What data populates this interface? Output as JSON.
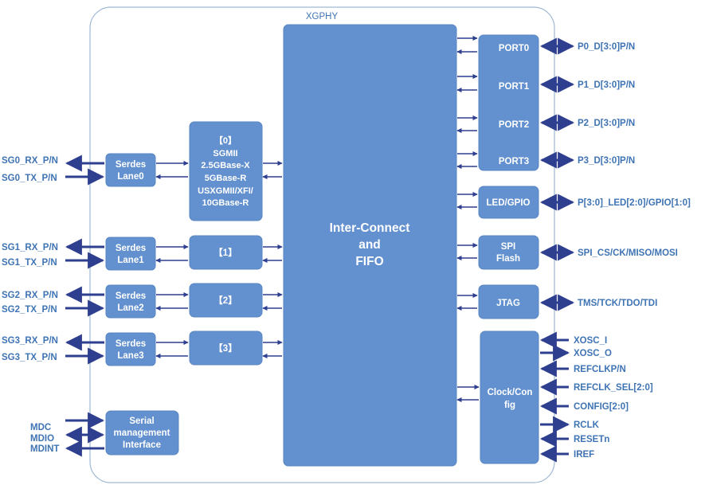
{
  "title": "XGPHY",
  "core": {
    "lines": [
      "Inter-Connect",
      "and",
      "FIFO"
    ]
  },
  "serdes": [
    {
      "lines": [
        "Serdes",
        "Lane0"
      ],
      "rx": "SG0_RX_P/N",
      "tx": "SG0_TX_P/N"
    },
    {
      "lines": [
        "Serdes",
        "Lane1"
      ],
      "rx": "SG1_RX_P/N",
      "tx": "SG1_TX_P/N"
    },
    {
      "lines": [
        "Serdes",
        "Lane2"
      ],
      "rx": "SG2_RX_P/N",
      "tx": "SG2_TX_P/N"
    },
    {
      "lines": [
        "Serdes",
        "Lane3"
      ],
      "rx": "SG3_RX_P/N",
      "tx": "SG3_TX_P/N"
    }
  ],
  "pcs": [
    {
      "lines": [
        "【0】",
        "SGMII",
        "2.5GBase-X",
        "5GBase-R",
        "USXGMII/XFI/",
        "10GBase-R"
      ]
    },
    {
      "lines": [
        "【1】"
      ]
    },
    {
      "lines": [
        "【2】"
      ]
    },
    {
      "lines": [
        "【3】"
      ]
    }
  ],
  "serial_mgmt": {
    "lines": [
      "Serial",
      "management",
      "Interface"
    ],
    "signals": [
      "MDC",
      "MDIO",
      "MDINT"
    ]
  },
  "ports": [
    {
      "label": "PORT0",
      "signal": "P0_D[3:0]P/N"
    },
    {
      "label": "PORT1",
      "signal": "P1_D[3:0]P/N"
    },
    {
      "label": "PORT2",
      "signal": "P2_D[3:0]P/N"
    },
    {
      "label": "PORT3",
      "signal": "P3_D[3:0]P/N"
    }
  ],
  "led": {
    "label": "LED/GPIO",
    "signal": "P[3:0]_LED[2:0]/GPIO[1:0]"
  },
  "spi": {
    "lines": [
      "SPI",
      "Flash"
    ],
    "signal": "SPI_CS/CK/MISO/MOSI"
  },
  "jtag": {
    "label": "JTAG",
    "signal": "TMS/TCK/TDO/TDI"
  },
  "clock": {
    "lines": [
      "Clock/Con",
      "fig"
    ],
    "signals": [
      "XOSC_I",
      "XOSC_O",
      "REFCLKP/N",
      "REFCLK_SEL[2:0]",
      "CONFIG[2:0]",
      "RCLK",
      "RESETn",
      "IREF"
    ]
  },
  "colors": {
    "block": "#6391cf",
    "block_stroke": "#5a86c0",
    "arrow": "#2e3f8f",
    "signal_text": "#3f74b4",
    "frame": "#9fb9d3"
  }
}
